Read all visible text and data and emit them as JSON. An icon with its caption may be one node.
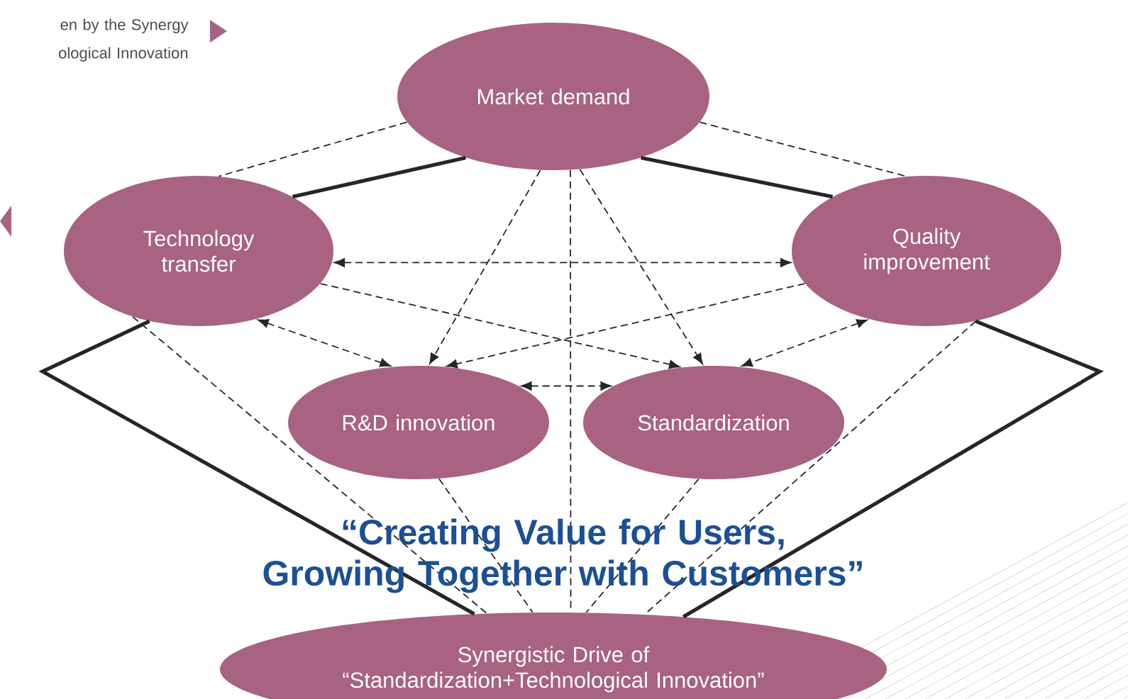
{
  "diagram": {
    "nodes": [
      {
        "text": [
          "Market demand"
        ]
      },
      {
        "text": [
          "Technology transfer"
        ]
      },
      {
        "text": [
          "Quality improvement"
        ]
      },
      {
        "text": [
          "R&D innovation"
        ]
      },
      {
        "text": [
          "Standardization"
        ]
      },
      {
        "text": [
          "Synergistic Drive of “Standardization+Technological Innovation”"
        ]
      }
    ],
    "edges": [
      {
        "from": 0,
        "to": 1,
        "arrow": "none",
        "style": "thick"
      },
      {
        "from": 0,
        "to": 2,
        "arrow": "none",
        "style": "thick"
      },
      {
        "from": 1,
        "to": 5,
        "arrow": "none",
        "style": "thick"
      },
      {
        "from": 2,
        "to": 5,
        "arrow": "none",
        "style": "thick"
      },
      {
        "from": 0,
        "to": 1,
        "arrow": "none",
        "style": "dashed"
      },
      {
        "from": 0,
        "to": 2,
        "arrow": "none",
        "style": "dashed"
      },
      {
        "from": 1,
        "to": 2,
        "arrow": "both",
        "style": "dashed"
      },
      {
        "from": 0,
        "to": 3,
        "arrow": "to",
        "style": "dashed"
      },
      {
        "from": 0,
        "to": 4,
        "arrow": "to",
        "style": "dashed"
      },
      {
        "from": 0,
        "to": 5,
        "arrow": "none",
        "style": "dashed"
      },
      {
        "from": 1,
        "to": 4,
        "arrow": "to",
        "style": "dashed"
      },
      {
        "from": 2,
        "to": 3,
        "arrow": "to",
        "style": "dashed"
      },
      {
        "from": 1,
        "to": 3,
        "arrow": "both",
        "style": "dashed"
      },
      {
        "from": 2,
        "to": 4,
        "arrow": "both",
        "style": "dashed"
      },
      {
        "from": 3,
        "to": 4,
        "arrow": "both",
        "style": "dashed"
      },
      {
        "from": 1,
        "to": 5,
        "arrow": "none",
        "style": "dashed"
      },
      {
        "from": 2,
        "to": 5,
        "arrow": "none",
        "style": "dashed"
      },
      {
        "from": 3,
        "to": 5,
        "arrow": "none",
        "style": "dashed"
      },
      {
        "from": 4,
        "to": 5,
        "arrow": "none",
        "style": "dashed"
      }
    ],
    "labels": [
      "en by the Synergy ological Innovation",
      "“Creating Value for Users, Growing Together with Customers”"
    ]
  }
}
